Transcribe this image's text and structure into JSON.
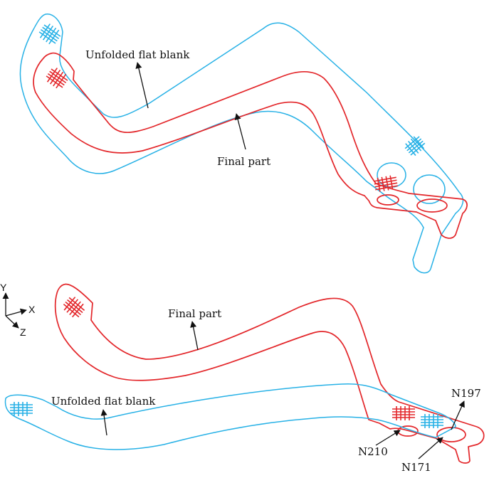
{
  "top_view": {
    "label_blank": "Unfolded flat blank",
    "label_final": "Final part"
  },
  "bottom_view": {
    "label_final": "Final part",
    "label_blank": "Unfolded flat blank",
    "nodes": [
      "N197",
      "N210",
      "N171"
    ]
  },
  "axes": {
    "y": "Y",
    "x": "X",
    "z": "Z"
  },
  "colors": {
    "final_part": "#e3262a",
    "flat_blank": "#27b1e6",
    "text": "#111111"
  }
}
